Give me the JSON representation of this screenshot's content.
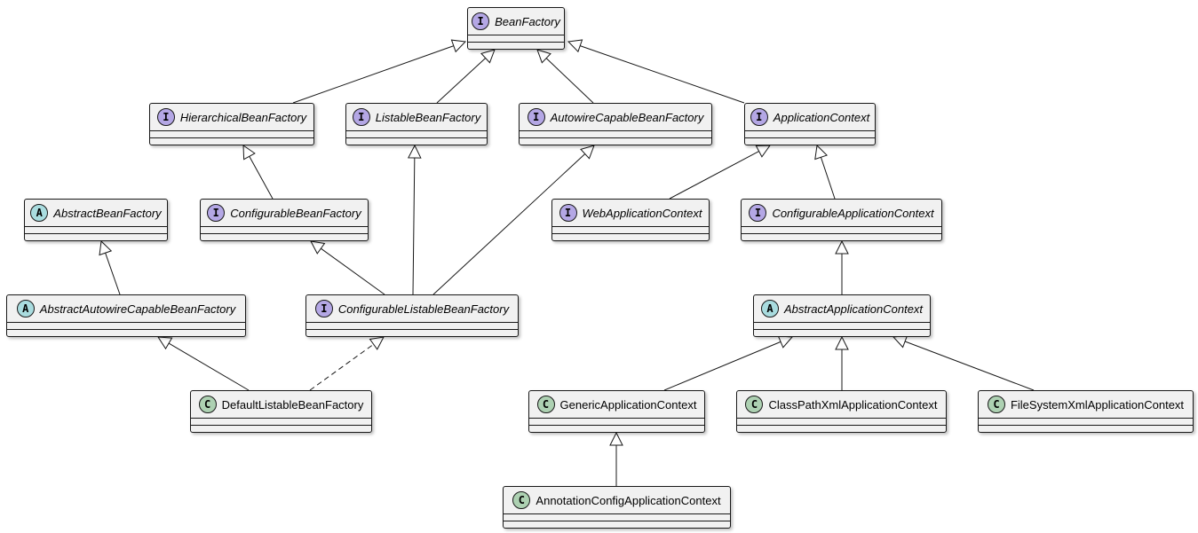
{
  "diagram": {
    "kind": "uml-class",
    "badge_letters": {
      "interface": "I",
      "abstract": "A",
      "class": "C"
    },
    "badge_colors": {
      "interface": "#b4a7e5",
      "abstract": "#a9dcdf",
      "class": "#add1b2"
    },
    "nodes": [
      {
        "id": "BeanFactory",
        "kind": "interface",
        "label": "BeanFactory"
      },
      {
        "id": "HierarchicalBeanFactory",
        "kind": "interface",
        "label": "HierarchicalBeanFactory"
      },
      {
        "id": "ListableBeanFactory",
        "kind": "interface",
        "label": "ListableBeanFactory"
      },
      {
        "id": "AutowireCapableBeanFactory",
        "kind": "interface",
        "label": "AutowireCapableBeanFactory"
      },
      {
        "id": "ApplicationContext",
        "kind": "interface",
        "label": "ApplicationContext"
      },
      {
        "id": "AbstractBeanFactory",
        "kind": "abstract",
        "label": "AbstractBeanFactory"
      },
      {
        "id": "ConfigurableBeanFactory",
        "kind": "interface",
        "label": "ConfigurableBeanFactory"
      },
      {
        "id": "WebApplicationContext",
        "kind": "interface",
        "label": "WebApplicationContext"
      },
      {
        "id": "ConfigurableApplicationContext",
        "kind": "interface",
        "label": "ConfigurableApplicationContext"
      },
      {
        "id": "AbstractAutowireCapableBeanFactory",
        "kind": "abstract",
        "label": "AbstractAutowireCapableBeanFactory"
      },
      {
        "id": "ConfigurableListableBeanFactory",
        "kind": "interface",
        "label": "ConfigurableListableBeanFactory"
      },
      {
        "id": "AbstractApplicationContext",
        "kind": "abstract",
        "label": "AbstractApplicationContext"
      },
      {
        "id": "DefaultListableBeanFactory",
        "kind": "class",
        "label": "DefaultListableBeanFactory"
      },
      {
        "id": "GenericApplicationContext",
        "kind": "class",
        "label": "GenericApplicationContext"
      },
      {
        "id": "ClassPathXmlApplicationContext",
        "kind": "class",
        "label": "ClassPathXmlApplicationContext"
      },
      {
        "id": "FileSystemXmlApplicationContext",
        "kind": "class",
        "label": "FileSystemXmlApplicationContext"
      },
      {
        "id": "AnnotationConfigApplicationContext",
        "kind": "class",
        "label": "AnnotationConfigApplicationContext"
      }
    ],
    "edges": [
      {
        "from": "HierarchicalBeanFactory",
        "to": "BeanFactory",
        "type": "extends"
      },
      {
        "from": "ListableBeanFactory",
        "to": "BeanFactory",
        "type": "extends"
      },
      {
        "from": "AutowireCapableBeanFactory",
        "to": "BeanFactory",
        "type": "extends"
      },
      {
        "from": "ApplicationContext",
        "to": "BeanFactory",
        "type": "extends"
      },
      {
        "from": "ConfigurableBeanFactory",
        "to": "HierarchicalBeanFactory",
        "type": "extends"
      },
      {
        "from": "ConfigurableListableBeanFactory",
        "to": "ListableBeanFactory",
        "type": "extends"
      },
      {
        "from": "ConfigurableListableBeanFactory",
        "to": "AutowireCapableBeanFactory",
        "type": "extends"
      },
      {
        "from": "ConfigurableListableBeanFactory",
        "to": "ConfigurableBeanFactory",
        "type": "extends"
      },
      {
        "from": "WebApplicationContext",
        "to": "ApplicationContext",
        "type": "extends"
      },
      {
        "from": "ConfigurableApplicationContext",
        "to": "ApplicationContext",
        "type": "extends"
      },
      {
        "from": "AbstractAutowireCapableBeanFactory",
        "to": "AbstractBeanFactory",
        "type": "extends"
      },
      {
        "from": "AbstractApplicationContext",
        "to": "ConfigurableApplicationContext",
        "type": "extends"
      },
      {
        "from": "DefaultListableBeanFactory",
        "to": "AbstractAutowireCapableBeanFactory",
        "type": "extends"
      },
      {
        "from": "DefaultListableBeanFactory",
        "to": "ConfigurableListableBeanFactory",
        "type": "implements"
      },
      {
        "from": "GenericApplicationContext",
        "to": "AbstractApplicationContext",
        "type": "extends"
      },
      {
        "from": "ClassPathXmlApplicationContext",
        "to": "AbstractApplicationContext",
        "type": "extends"
      },
      {
        "from": "FileSystemXmlApplicationContext",
        "to": "AbstractApplicationContext",
        "type": "extends"
      },
      {
        "from": "AnnotationConfigApplicationContext",
        "to": "GenericApplicationContext",
        "type": "extends"
      }
    ]
  }
}
